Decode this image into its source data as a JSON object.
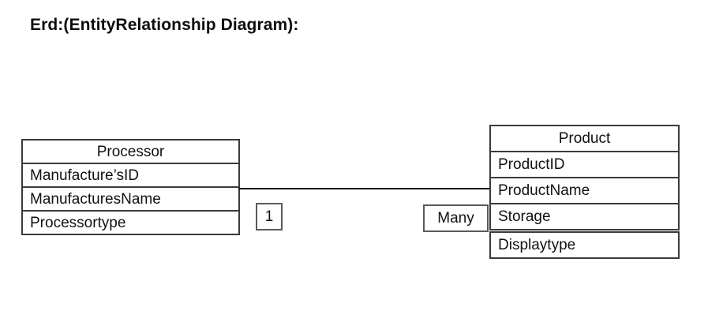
{
  "page": {
    "title": "Erd:(EntityRelationship Diagram):",
    "background_color": "#ffffff",
    "text_color": "#111111",
    "border_color": "#3a3a3a",
    "line_color": "#111111"
  },
  "diagram": {
    "type": "entity-relationship-diagram",
    "entities": [
      {
        "id": "processor",
        "name": "Processor",
        "attributes": [
          "Manufacture’sID",
          "ManufacturesName",
          "Processortype"
        ]
      },
      {
        "id": "product",
        "name": "Product",
        "attributes": [
          "ProductID",
          "ProductName",
          "Storage",
          "Displaytype"
        ]
      }
    ],
    "relationship": {
      "from_entity": "Processor",
      "to_entity": "Product",
      "from_cardinality": "1",
      "to_cardinality": "Many",
      "style": "solid-line"
    }
  }
}
